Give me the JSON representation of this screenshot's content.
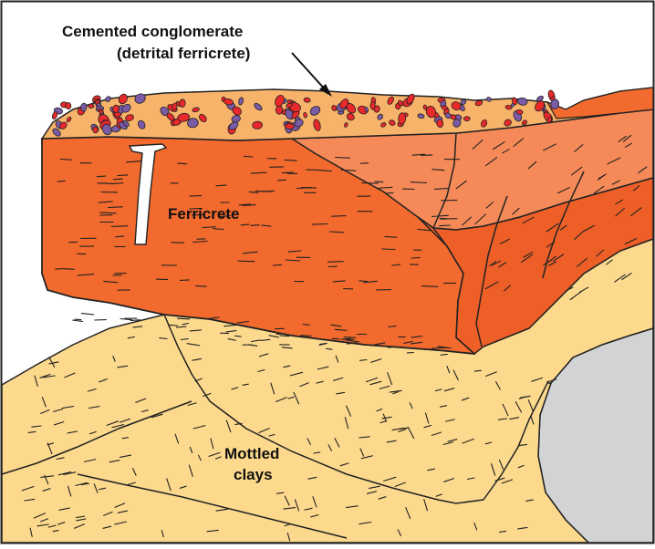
{
  "labels": {
    "conglomerate_line1": "Cemented conglomerate",
    "conglomerate_line2": "(detrital ferricrete)",
    "ferricrete": "Ferricrete",
    "mottled_line1": "Mottled",
    "mottled_line2": "clays"
  },
  "colors": {
    "ferricrete": "#f26a2e",
    "ferricrete_light": "#f58a58",
    "ferricrete_dark": "#e5521f",
    "conglomerate_matrix": "#f8b36b",
    "clay": "#fcd98c",
    "bedrock": "#d2d3d5",
    "pebble_red": "#e8282b",
    "pebble_purple": "#7b5aa6",
    "outline": "#222222"
  }
}
